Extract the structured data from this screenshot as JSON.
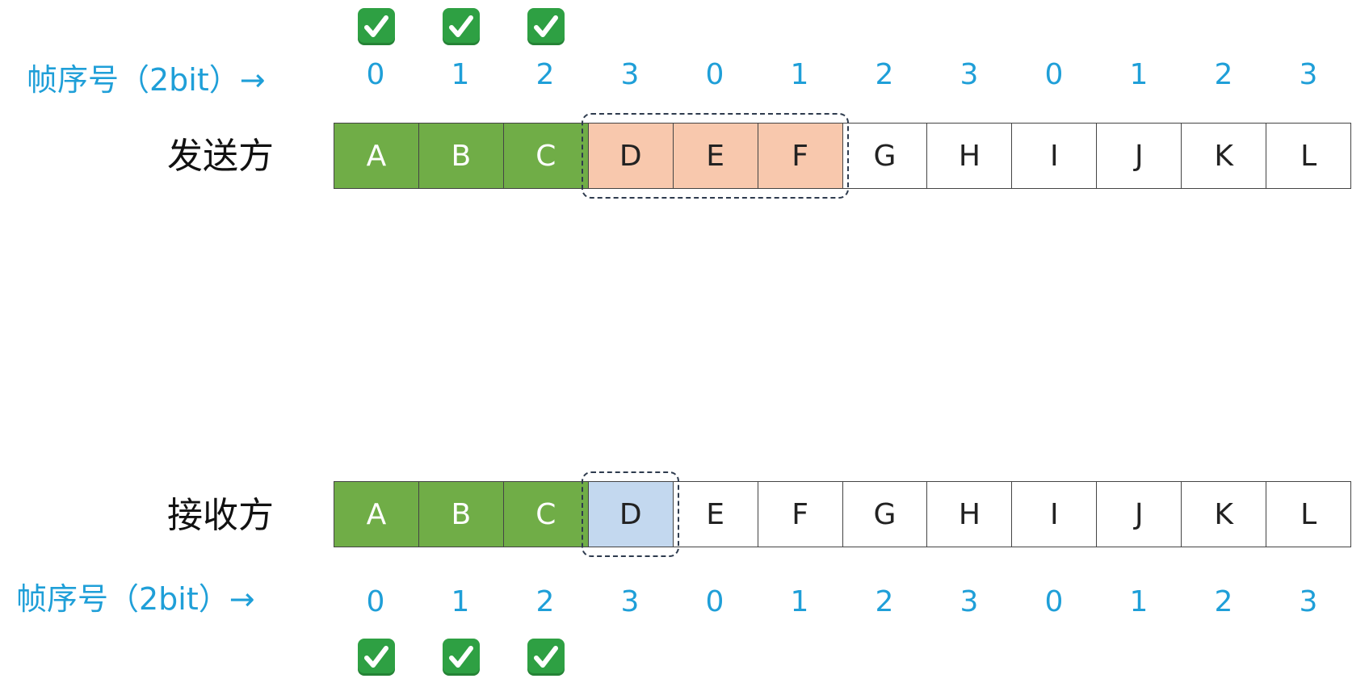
{
  "sender": {
    "label": "发送方",
    "seq_label": "帧序号（2bit）→",
    "seq_numbers": [
      "0",
      "1",
      "2",
      "3",
      "0",
      "1",
      "2",
      "3",
      "0",
      "1",
      "2",
      "3"
    ],
    "frames": [
      "A",
      "B",
      "C",
      "D",
      "E",
      "F",
      "G",
      "H",
      "I",
      "J",
      "K",
      "L"
    ],
    "acked_count": 3,
    "window": {
      "start": 3,
      "size": 3
    },
    "colors": {
      "acked": "#70ad47",
      "window": "#f8c8ad"
    }
  },
  "receiver": {
    "label": "接收方",
    "seq_label": "帧序号（2bit）→",
    "seq_numbers": [
      "0",
      "1",
      "2",
      "3",
      "0",
      "1",
      "2",
      "3",
      "0",
      "1",
      "2",
      "3"
    ],
    "frames": [
      "A",
      "B",
      "C",
      "D",
      "E",
      "F",
      "G",
      "H",
      "I",
      "J",
      "K",
      "L"
    ],
    "acked_count": 3,
    "window": {
      "start": 3,
      "size": 1
    },
    "colors": {
      "acked": "#70ad47",
      "window": "#c3d8ef"
    }
  },
  "check_icon": "check-mark-icon",
  "accent_color": "#1f9fd8"
}
